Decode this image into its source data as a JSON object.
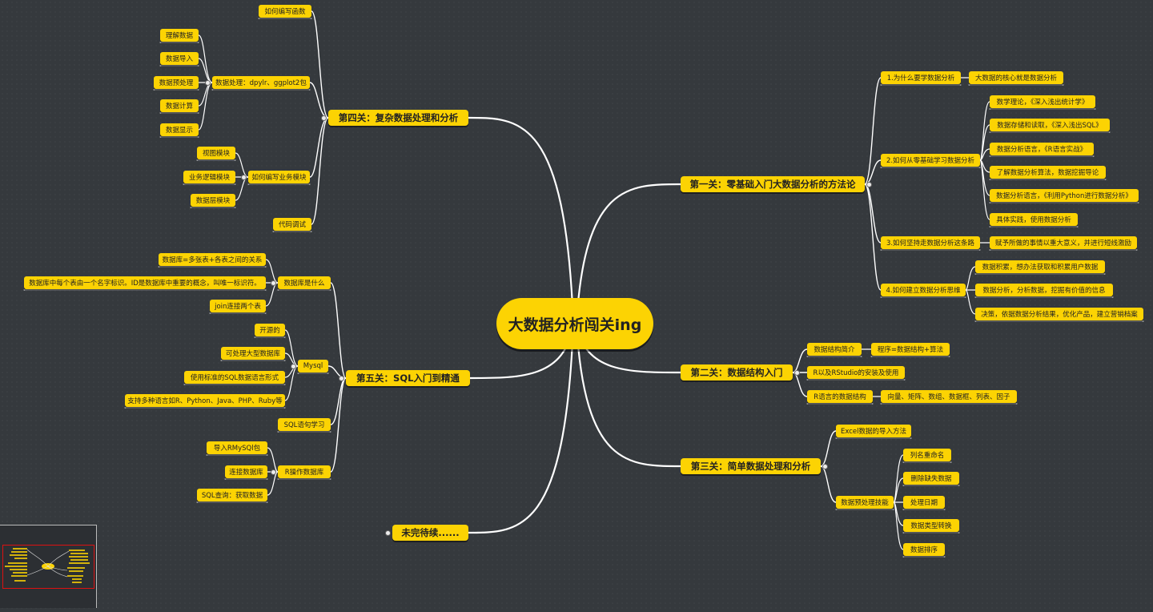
{
  "root": {
    "label": "大数据分析闯关ing"
  },
  "branches": [
    {
      "id": "s1",
      "label": "第一关：零基础入门大数据分析的方法论",
      "side": "right",
      "children": [
        {
          "id": "s1a",
          "label": "1.为什么要学数据分析",
          "children": [
            {
              "id": "s1a1",
              "label": "大数据的核心就是数据分析"
            }
          ]
        },
        {
          "id": "s1b",
          "label": "2.如何从零基础学习数据分析",
          "children": [
            {
              "id": "s1b1",
              "label": "数学理论，《深入浅出统计学》"
            },
            {
              "id": "s1b2",
              "label": "数据存储和读取，《深入浅出SQL》"
            },
            {
              "id": "s1b3",
              "label": "数据分析语言，《R语言实战》"
            },
            {
              "id": "s1b4",
              "label": "了解数据分析算法，数据挖掘导论"
            },
            {
              "id": "s1b5",
              "label": "数据分析语言，《利用Python进行数据分析》"
            },
            {
              "id": "s1b6",
              "label": "具体实践，使用数据分析"
            }
          ]
        },
        {
          "id": "s1c",
          "label": "3.如何坚持走数据分析这条路",
          "children": [
            {
              "id": "s1c1",
              "label": "赋予所做的事情以重大意义，并进行短线激励"
            }
          ]
        },
        {
          "id": "s1d",
          "label": "4.如何建立数据分析思维",
          "children": [
            {
              "id": "s1d1",
              "label": "数据积累，想办法获取和积累用户数据"
            },
            {
              "id": "s1d2",
              "label": "数据分析，分析数据，挖掘有价值的信息"
            },
            {
              "id": "s1d3",
              "label": "决策，依据数据分析结果，优化产品，建立营销档案"
            }
          ]
        }
      ]
    },
    {
      "id": "s2",
      "label": "第二关：数据结构入门",
      "side": "right",
      "children": [
        {
          "id": "s2a",
          "label": "数据结构简介",
          "children": [
            {
              "id": "s2a1",
              "label": "程序=数据结构+算法"
            }
          ]
        },
        {
          "id": "s2b",
          "label": "R以及RStudio的安装及使用"
        },
        {
          "id": "s2c",
          "label": "R语言的数据结构",
          "children": [
            {
              "id": "s2c1",
              "label": "向量、矩阵、数组、数据框、列表、因子"
            }
          ]
        }
      ]
    },
    {
      "id": "s3",
      "label": "第三关：简单数据处理和分析",
      "side": "right",
      "children": [
        {
          "id": "s3a",
          "label": "Excel数据的导入方法"
        },
        {
          "id": "s3b",
          "label": "数据预处理技能",
          "children": [
            {
              "id": "s3b1",
              "label": "列名重命名"
            },
            {
              "id": "s3b2",
              "label": "删除缺失数据"
            },
            {
              "id": "s3b3",
              "label": "处理日期"
            },
            {
              "id": "s3b4",
              "label": "数据类型转换"
            },
            {
              "id": "s3b5",
              "label": "数据排序"
            }
          ]
        }
      ]
    },
    {
      "id": "s4",
      "label": "第四关：复杂数据处理和分析",
      "side": "left",
      "children": [
        {
          "id": "s4a",
          "label": "如何编写函数"
        },
        {
          "id": "s4b",
          "label": "数据处理：dpylr、ggplot2包",
          "children": [
            {
              "id": "s4b1",
              "label": "理解数据"
            },
            {
              "id": "s4b2",
              "label": "数据导入"
            },
            {
              "id": "s4b3",
              "label": "数据预处理"
            },
            {
              "id": "s4b4",
              "label": "数据计算"
            },
            {
              "id": "s4b5",
              "label": "数据显示"
            }
          ]
        },
        {
          "id": "s4c",
          "label": "如何编写业务模块",
          "children": [
            {
              "id": "s4c1",
              "label": "视图模块"
            },
            {
              "id": "s4c2",
              "label": "业务逻辑模块"
            },
            {
              "id": "s4c3",
              "label": "数据层模块"
            }
          ]
        },
        {
          "id": "s4d",
          "label": "代码调试"
        }
      ]
    },
    {
      "id": "s5",
      "label": "第五关：SQL入门到精通",
      "side": "left",
      "children": [
        {
          "id": "s5a",
          "label": "数据库是什么",
          "children": [
            {
              "id": "s5a1",
              "label": "数据库=多张表+各表之间的关系"
            },
            {
              "id": "s5a2",
              "label": "数据库中每个表由一个名字标识。ID是数据库中重要的概念，叫唯一标识符。"
            },
            {
              "id": "s5a3",
              "label": "join连接两个表"
            }
          ]
        },
        {
          "id": "s5b",
          "label": "Mysql",
          "children": [
            {
              "id": "s5b1",
              "label": "开源的"
            },
            {
              "id": "s5b2",
              "label": "可处理大型数据库"
            },
            {
              "id": "s5b3",
              "label": "使用标准的SQL数据语言形式"
            },
            {
              "id": "s5b4",
              "label": "支持多种语言如R、Python、Java、PHP、Ruby等"
            }
          ]
        },
        {
          "id": "s5c",
          "label": "SQL语句学习"
        },
        {
          "id": "s5d",
          "label": "R操作数据库",
          "children": [
            {
              "id": "s5d1",
              "label": "导入RMySQl包"
            },
            {
              "id": "s5d2",
              "label": "连接数据库"
            },
            {
              "id": "s5d3",
              "label": "SQL查询：获取数据"
            }
          ]
        }
      ]
    },
    {
      "id": "s6",
      "label": "未完待续......",
      "side": "left",
      "children": []
    }
  ],
  "colors": {
    "node": "#fcd303",
    "line": "#ffffff",
    "background": "#35393d"
  }
}
